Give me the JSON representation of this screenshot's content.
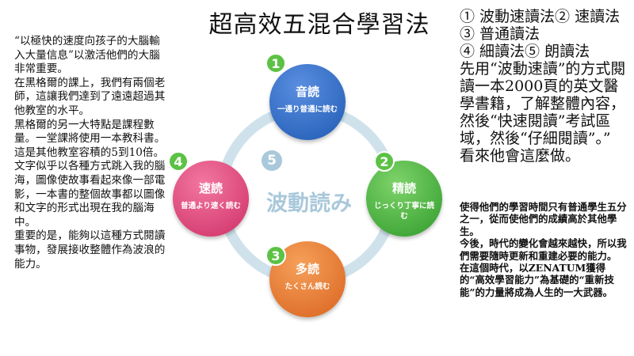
{
  "title": "超高效五混合學習法",
  "left_text": [
    "“以極快的速度向孩子的大腦輸入大量信息”以激活他們的大腦非常重要。",
    "在黑格爾的課上，我們有兩個老師，這讓我們達到了遠遠超過其他教室的水平。",
    "黑格爾的另一大特點是課程數量。一堂課將使用一本教科書。這是其他教室容積的5到10倍。文字似乎以各種方式跳入我的腦海，圖像使故事看起來像一部電影，一本書的整個故事都以圖像和文字的形式出現在我的腦海中。",
    "重要的是，能夠以這種方式閱讀事物，發展接收整體作為波浪的能力。"
  ],
  "right_text": [
    "① 波動速讀法② 速讀法③ 普通讀法",
    "④ 細讀法⑤ 朗讀法",
    "先用“波動速讀”的方式閱讀一本2000頁的英文醫學書籍，了解整體內容，然後“快速閱讀”考試區域，然後“仔細閱讀”。” 看來他會這麼做。"
  ],
  "right_small_text": [
    "使得他們的學習時間只有普通學生五分之一，從而使他們的成績高於其他學生。",
    "今後，時代的變化會越來越快，所以我們需要隨時更新和重建必要的能力。",
    "在這個時代，以ZENATUM獲得的“高效學習能力”為基礎的“重新技能”的力量將成為人生的一大武器。"
  ],
  "diagram": {
    "center_number": "5",
    "center_label": "波動読み",
    "nodes": [
      {
        "number": "1",
        "name": "音読",
        "sub": "一通り普通に読む",
        "color": "#2d6cc4"
      },
      {
        "number": "2",
        "name": "精読",
        "sub": "じっくり丁寧に読む",
        "color": "#3aa93a"
      },
      {
        "number": "3",
        "name": "多読",
        "sub": "たくさん読む",
        "color": "#e56f2b"
      },
      {
        "number": "4",
        "name": "速読",
        "sub": "普通より速く読む",
        "color": "#dd3a73"
      }
    ]
  }
}
